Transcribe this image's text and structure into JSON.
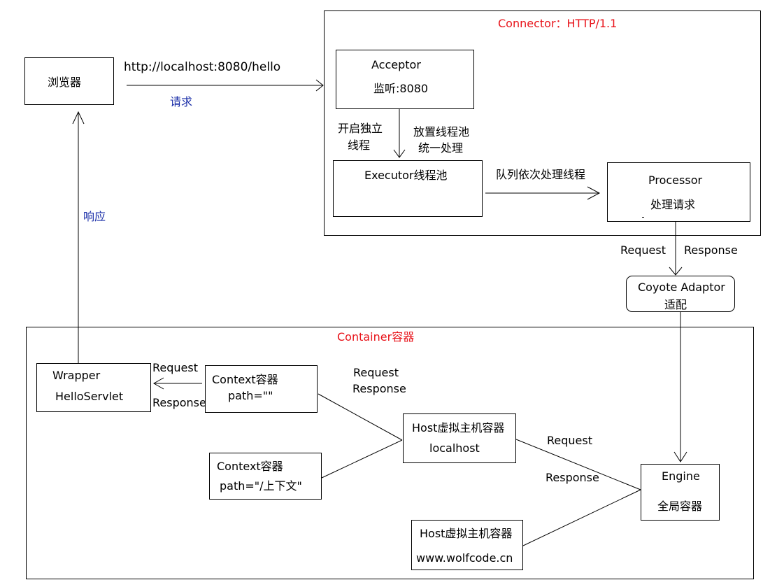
{
  "colors": {
    "title_red": "#e8141b",
    "label_blue": "#1a2ea8",
    "line": "#000000"
  },
  "browser": {
    "label": "浏览器"
  },
  "url": "http://localhost:8080/hello",
  "request_label": "请求",
  "response_label": "响应",
  "connector": {
    "title": "Connector：HTTP/1.1",
    "acceptor": {
      "name": "Acceptor",
      "sub": "监听:8080"
    },
    "thread_open": [
      "开启独立",
      "线程"
    ],
    "thread_pool_note": [
      "放置线程池",
      "统一处理"
    ],
    "executor": {
      "name": "Executor线程池"
    },
    "queue_label": "队列依次处理线程",
    "processor": {
      "name": "Processor",
      "sub": "处理请求"
    }
  },
  "adaptor": {
    "request": "Request",
    "response": "Response",
    "name": "Coyote Adaptor",
    "sub": "适配"
  },
  "container": {
    "title": "Container容器",
    "wrapper": {
      "name": "Wrapper",
      "sub": "HelloServlet"
    },
    "wrapper_request": "Request",
    "wrapper_response": "Response",
    "context1": {
      "name": "Context容器",
      "path": "path=\"\""
    },
    "context2": {
      "name": "Context容器",
      "path": "path=\"/上下文\""
    },
    "ctx_host_request": "Request",
    "ctx_host_response": "Response",
    "host1": {
      "name": "Host虚拟主机容器",
      "host": "localhost"
    },
    "host2": {
      "name": "Host虚拟主机容器",
      "host": "www.wolfcode.cn"
    },
    "host_engine_request": "Request",
    "host_engine_response": "Response",
    "engine": {
      "name": "Engine",
      "sub": "全局容器"
    }
  }
}
